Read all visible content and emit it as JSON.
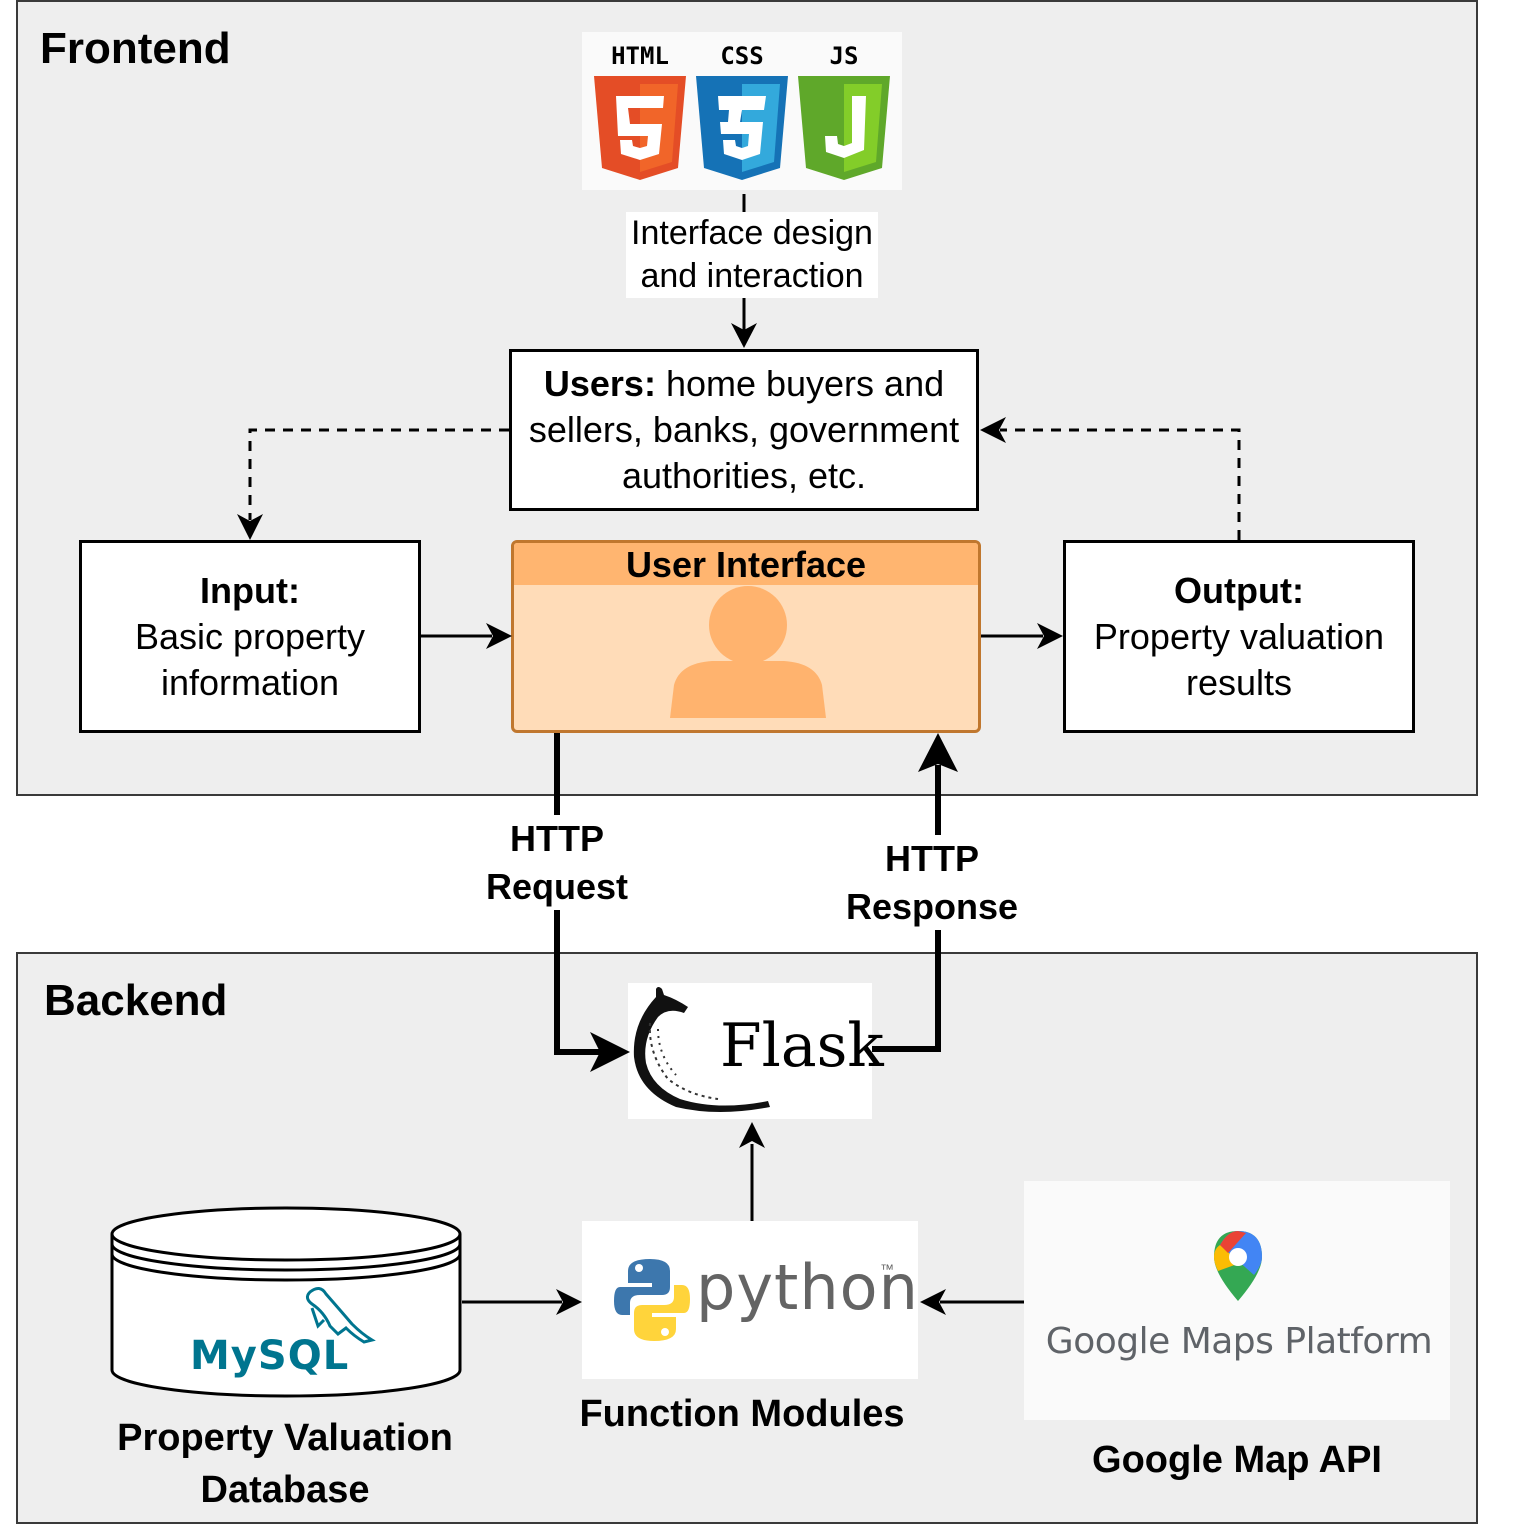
{
  "frontend": {
    "title": "Frontend",
    "tech_logos": [
      "HTML",
      "CSS",
      "JS"
    ],
    "interface_label_line1": "Interface design",
    "interface_label_line2": "and interaction",
    "users": {
      "bold": "Users:",
      "line1": " home buyers and",
      "line2": "sellers, banks, government",
      "line3": "authorities, etc."
    },
    "input": {
      "bold": "Input:",
      "line1": "Basic property",
      "line2": "information"
    },
    "ui": {
      "title": "User Interface"
    },
    "output": {
      "bold": "Output:",
      "line1": "Property valuation",
      "line2": "results"
    }
  },
  "links": {
    "request_line1": "HTTP",
    "request_line2": "Request",
    "response_line1": "HTTP",
    "response_line2": "Response"
  },
  "backend": {
    "title": "Backend",
    "flask_label": "Flask",
    "python_label": "python",
    "python_tm": "™",
    "mysql_label": "MySQL",
    "google_label": "Google Maps Platform",
    "db_caption_line1": "Property Valuation",
    "db_caption_line2": "Database",
    "modules_caption": "Function Modules",
    "api_caption": "Google Map API"
  },
  "colors": {
    "ui_header": "#ffb570",
    "ui_body": "#ffdcb8",
    "ui_border": "#c0772e",
    "ui_person": "#ffb36e",
    "html5": "#e44d26",
    "css3": "#1572b6",
    "js": "#6cb82f"
  }
}
